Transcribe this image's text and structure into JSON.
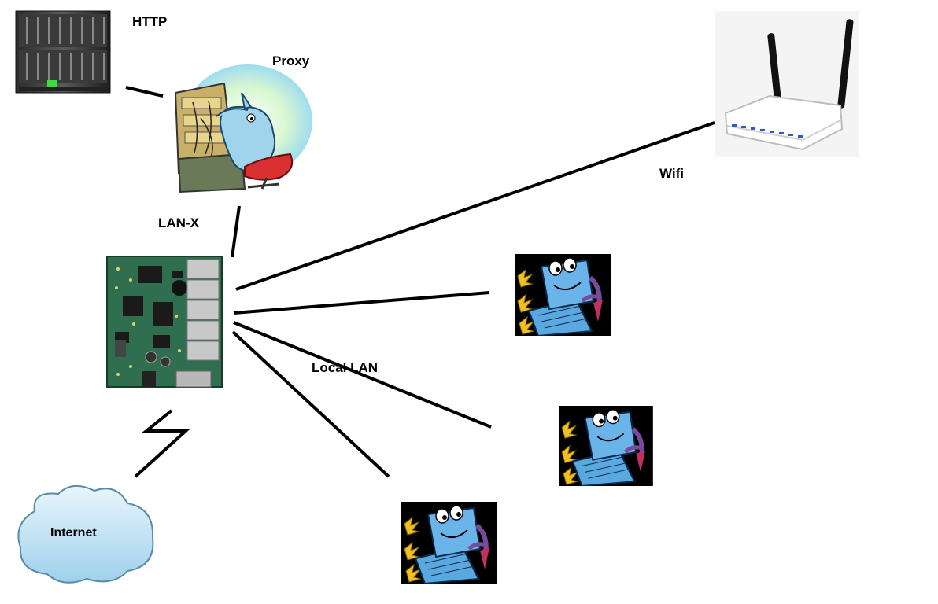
{
  "labels": {
    "http": "HTTP",
    "proxy": "Proxy",
    "lan_x": "LAN-X",
    "wifi": "Wifi",
    "local_lan": "Local LAN",
    "internet": "Internet"
  },
  "icons": {
    "http_server": "server-rack-icon",
    "proxy": "dolphin-operator-icon",
    "router_board": "circuit-board-router-icon",
    "wifi_router": "wireless-router-icon",
    "client": "laptop-mascot-icon",
    "internet": "cloud-icon",
    "uplink": "lightning-link-icon"
  },
  "colors": {
    "line": "#000000",
    "board_green": "#2f6e4f",
    "cloud_blue": "#a9d7ef",
    "client_bg": "#000000",
    "client_screen": "#5aa8e0"
  }
}
